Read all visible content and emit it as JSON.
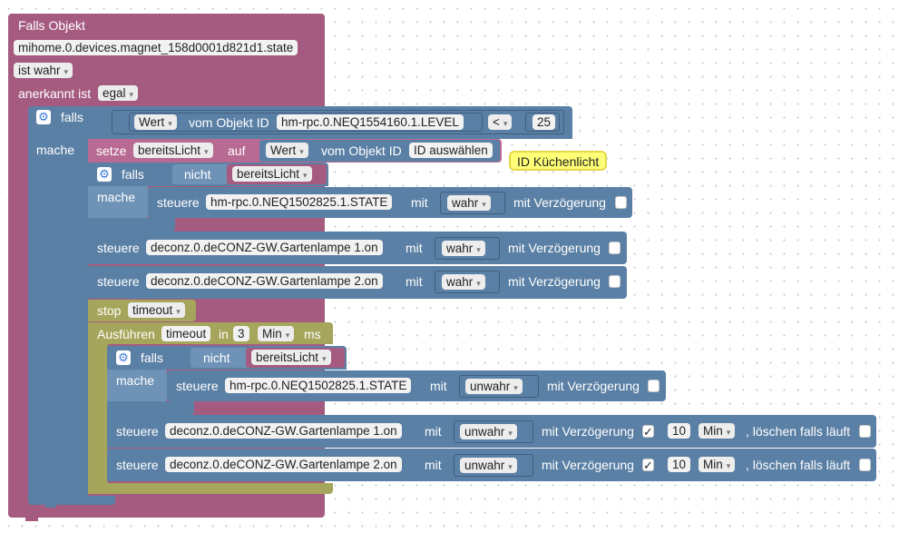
{
  "trigger": {
    "title": "Falls Objekt",
    "object_id": "mihome.0.devices.magnet_158d0001d821d1.state",
    "condition": "ist wahr",
    "ack_label": "anerkannt ist",
    "ack_value": "egal"
  },
  "outer_if": {
    "falls": "falls",
    "mache": "mache",
    "value_dd": "Wert",
    "vom_objekt_id": "vom Objekt ID",
    "object_id": "hm-rpc.0.NEQ1554160.1.LEVEL",
    "operator": "<",
    "number": "25"
  },
  "setze": {
    "label": "setze",
    "variable": "bereitsLicht",
    "auf": "auf",
    "value_dd": "Wert",
    "vom_objekt_id": "vom Objekt ID",
    "object_id": "ID auswählen",
    "comment": "ID Küchenlicht"
  },
  "inner_if1": {
    "falls": "falls",
    "nicht": "nicht",
    "variable": "bereitsLicht",
    "mache": "mache",
    "steuere": "steuere",
    "object_id": "hm-rpc.0.NEQ1502825.1.STATE",
    "mit": "mit",
    "value": "wahr",
    "delay_label": "mit Verzögerung"
  },
  "steuere1": {
    "steuere": "steuere",
    "object_id": "deconz.0.deCONZ-GW.Gartenlampe 1.on",
    "mit": "mit",
    "value": "wahr",
    "delay_label": "mit Verzögerung"
  },
  "steuere2": {
    "steuere": "steuere",
    "object_id": "deconz.0.deCONZ-GW.Gartenlampe 2.on",
    "mit": "mit",
    "value": "wahr",
    "delay_label": "mit Verzögerung"
  },
  "stop": {
    "label": "stop",
    "timer": "timeout"
  },
  "ausfuehren": {
    "label": "Ausführen",
    "timer": "timeout",
    "in": "in",
    "number": "3",
    "unit": "Min",
    "ms": "ms"
  },
  "inner_if2": {
    "falls": "falls",
    "nicht": "nicht",
    "variable": "bereitsLicht",
    "mache": "mache",
    "steuere": "steuere",
    "object_id": "hm-rpc.0.NEQ1502825.1.STATE",
    "mit": "mit",
    "value": "unwahr",
    "delay_label": "mit Verzögerung"
  },
  "steuere3": {
    "steuere": "steuere",
    "object_id": "deconz.0.deCONZ-GW.Gartenlampe 1.on",
    "mit": "mit",
    "value": "unwahr",
    "delay_label": "mit Verzögerung",
    "check": "✓",
    "delay_value": "10",
    "unit": "Min",
    "clear_label": ", löschen falls läuft"
  },
  "steuere4": {
    "steuere": "steuere",
    "object_id": "deconz.0.deCONZ-GW.Gartenlampe 2.on",
    "mit": "mit",
    "value": "unwahr",
    "delay_label": "mit Verzögerung",
    "check": "✓",
    "delay_value": "10",
    "unit": "Min",
    "clear_label": ", löschen falls läuft"
  },
  "colors": {
    "trigger_block": "#a55b80",
    "logic_block": "#5b80a5",
    "timer_block": "#a5a55b",
    "comment": "#ffff77"
  },
  "icons": {
    "gear": "gear-icon",
    "dropdown": "chevron-down-icon"
  }
}
